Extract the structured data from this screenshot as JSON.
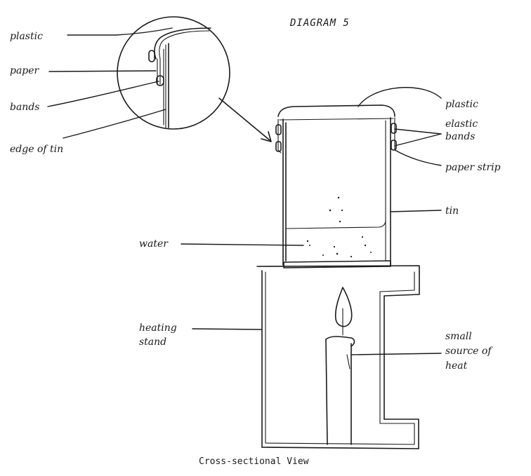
{
  "diagram": {
    "title": "DIAGRAM 5",
    "caption": "Cross-sectional View",
    "inset_labels": {
      "plastic": "plastic",
      "paper": "paper",
      "bands": "bands",
      "edge_of_tin": "edge of tin"
    },
    "main_labels": {
      "plastic": "plastic",
      "elastic_line1": "elastic",
      "elastic_line2": "bands",
      "paper_strip": "paper strip",
      "tin": "tin",
      "water": "water",
      "heating_line1": "heating",
      "heating_line2": "stand",
      "heat_line1": "small",
      "heat_line2": "source of",
      "heat_line3": "heat"
    }
  }
}
